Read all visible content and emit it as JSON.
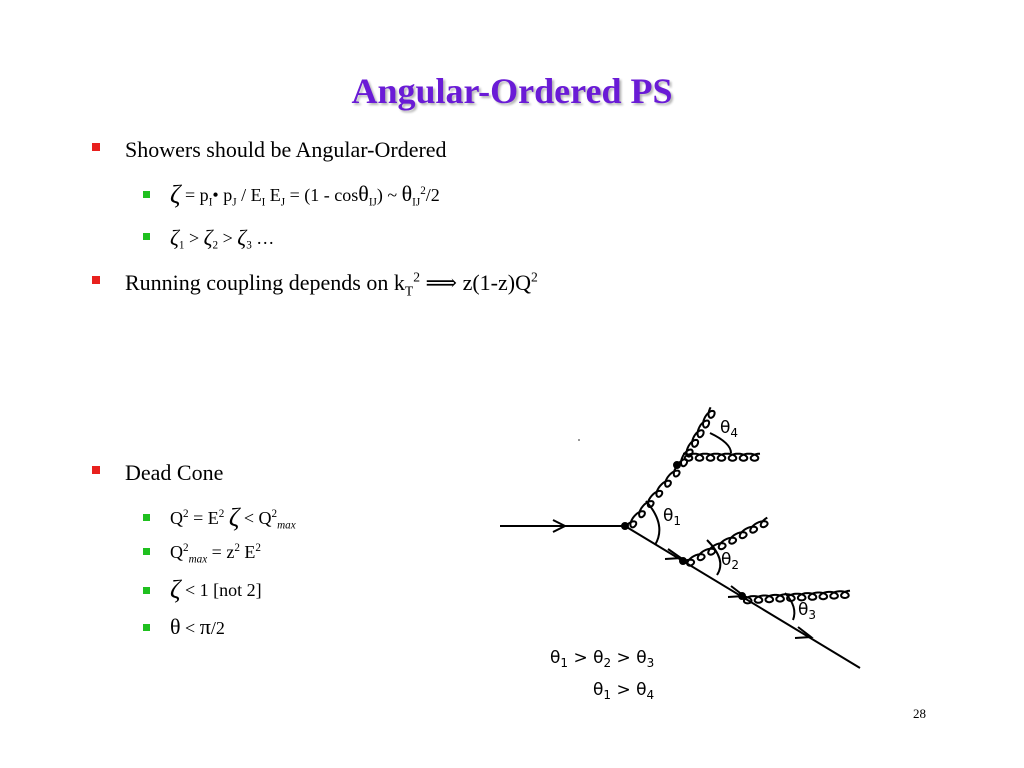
{
  "title": "Angular-Ordered PS",
  "bullets": {
    "showers": "Showers should be Angular-Ordered",
    "zeta_def": {
      "zeta": "ζ",
      "p1": " = p",
      "sub_i1": "I",
      "dot": "•",
      "p2": " p",
      "sub_j1": "J",
      "e1": " / E",
      "sub_i2": "I",
      "e2": " E",
      "sub_j2": "J",
      "rest": " = (1 - cos",
      "theta1": "θ",
      "sub_ij1": "IJ",
      "approx": ") ~ ",
      "theta2": "θ",
      "sub_ij2": "IJ",
      "sup_2": "2",
      "tail": "/2"
    },
    "zeta_order": {
      "z1": "ζ",
      "s1": "1",
      "gt1": " > ",
      "z2": "ζ",
      "s2": "2",
      "gt2": " > ",
      "z3": "ζ",
      "s3": "3",
      "tail": " …"
    },
    "running": {
      "text": "Running coupling depends on k",
      "sub_t": "T",
      "sup_2": "2",
      "implies": " ⟹ ",
      "result": "z(1-z)Q",
      "sup_q": "2"
    },
    "dead_cone": "Dead Cone",
    "q2": {
      "q": "Q",
      "sup1": "2",
      "eq": " = E",
      "sup2": "2",
      "sp": " ",
      "zeta": "ζ",
      "lt": " < Q",
      "sup3": "2",
      "sub_max": "max"
    },
    "q2max": {
      "q": "Q",
      "sup1": "2",
      "sub_max": "max",
      "eq": " = z",
      "sup2": "2",
      "e": " E",
      "sup3": "2"
    },
    "zeta_lt": {
      "zeta": "ζ",
      "text": " < 1 [not 2]"
    },
    "theta_lt": {
      "theta": "θ",
      "lt": " < ",
      "pi": "π",
      "tail": "/2"
    }
  },
  "diagram": {
    "labels": {
      "t1": "θ",
      "s1": "1",
      "t2": "θ",
      "s2": "2",
      "t3": "θ",
      "s3": "3",
      "t4": "θ",
      "s4": "4"
    },
    "relation1": {
      "a": "θ",
      "as": "1",
      "g1": " > ",
      "b": "θ",
      "bs": "2",
      "g2": " > ",
      "c": "θ",
      "cs": "3"
    },
    "relation2": {
      "a": "θ",
      "as": "1",
      "g1": " > ",
      "b": "θ",
      "bs": "4"
    }
  },
  "page_number": "28",
  "colors": {
    "title": "#6a1bd6",
    "bullet_l1": "#e8201e",
    "bullet_l2": "#1fc01f"
  }
}
